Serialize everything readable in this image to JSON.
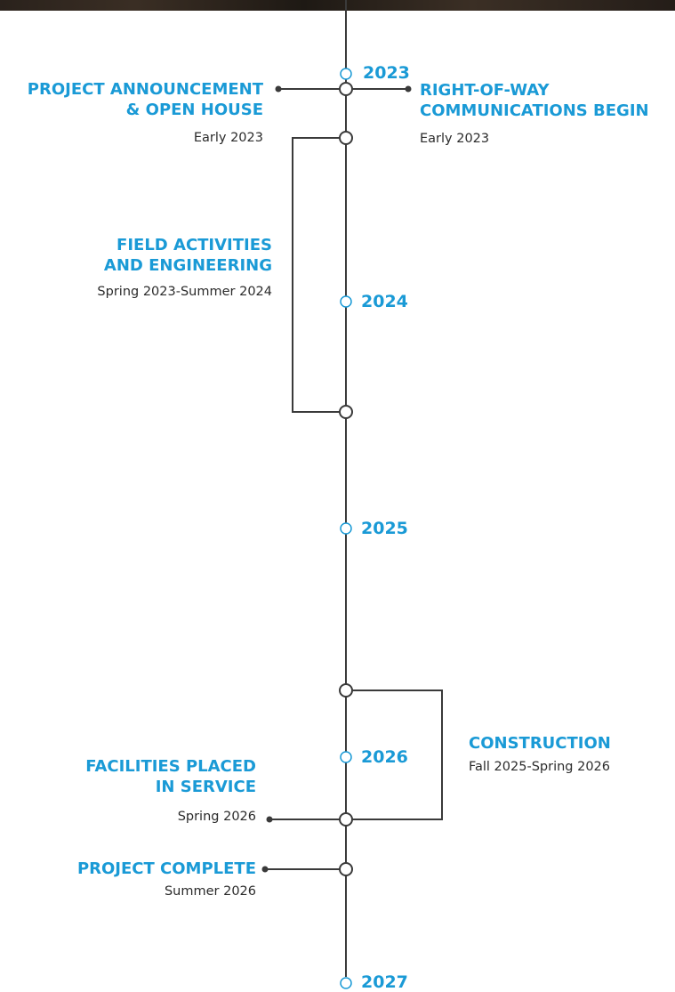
{
  "years": [
    "2023",
    "2024",
    "2025",
    "2026",
    "2027"
  ],
  "events": {
    "project_announcement": {
      "title_line1": "PROJECT ANNOUNCEMENT",
      "title_line2": "& OPEN HOUSE",
      "date": "Early 2023"
    },
    "right_of_way": {
      "title_line1": "RIGHT-OF-WAY",
      "title_line2": "COMMUNICATIONS BEGIN",
      "date": "Early 2023"
    },
    "field_activities": {
      "title_line1": "FIELD ACTIVITIES",
      "title_line2": "AND ENGINEERING",
      "date": "Spring 2023-Summer 2024"
    },
    "construction": {
      "title": "CONSTRUCTION",
      "date": "Fall 2025-Spring 2026"
    },
    "facilities_placed": {
      "title_line1": "FACILITIES PLACED",
      "title_line2": "IN SERVICE",
      "date": "Spring 2026"
    },
    "project_complete": {
      "title": "PROJECT COMPLETE",
      "date": "Summer 2026"
    }
  },
  "colors": {
    "accent": "#1a9ad6",
    "line": "#3a3a3a",
    "text": "#2b2b2b"
  }
}
